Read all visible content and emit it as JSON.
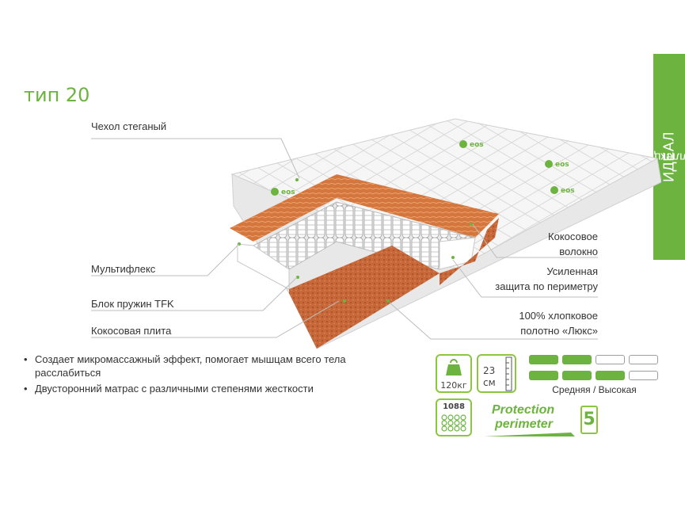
{
  "title": "тип 20",
  "collection": {
    "prefix": "коллекция",
    "name": "ИДЕАЛ"
  },
  "brand": "eos",
  "colors": {
    "accent": "#6cb33f",
    "coir": "#c8683a",
    "cover": "#f4f4f4"
  },
  "layers_left": [
    {
      "id": "cover",
      "label": "Чехол стеганый"
    },
    {
      "id": "multiflex",
      "label": "Мультифлекс"
    },
    {
      "id": "springs",
      "label": "Блок пружин TFK"
    },
    {
      "id": "coir-plate",
      "label": "Кокосовая плита"
    }
  ],
  "layers_right": [
    {
      "id": "coir-fiber",
      "label": "Кокосовое\nволокно"
    },
    {
      "id": "perimeter",
      "label": "Усиленная\nзащита по периметру"
    },
    {
      "id": "cotton",
      "label": "100% хлопковое\nполотно «Люкс»"
    }
  ],
  "features": [
    "Создает микромассажный эффект, помогает мышцам всего тела расслабиться",
    "Двусторонний матрас с различными степенями жесткости"
  ],
  "specs": {
    "max_load": "120кг",
    "height_value": "23",
    "height_unit": "см",
    "spring_count": "1088",
    "protection_line1": "Protection",
    "protection_line2": "perimeter",
    "warranty_years": "5",
    "firmness_label": "Средняя / Высокая",
    "firmness_rows": [
      {
        "filled": 2,
        "total": 4
      },
      {
        "filled": 3,
        "total": 4
      }
    ]
  }
}
